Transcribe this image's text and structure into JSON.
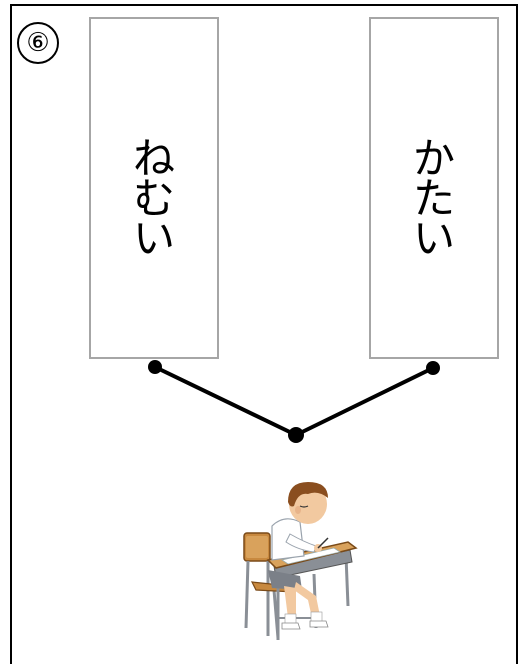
{
  "question": {
    "number": "⑥"
  },
  "cards": [
    {
      "word": "ねむい",
      "chars": [
        "ね",
        "む",
        "い"
      ]
    },
    {
      "word": "かたい",
      "chars": [
        "か",
        "た",
        "い"
      ]
    }
  ],
  "illustration": {
    "icon": "student-writing-at-desk-icon"
  }
}
